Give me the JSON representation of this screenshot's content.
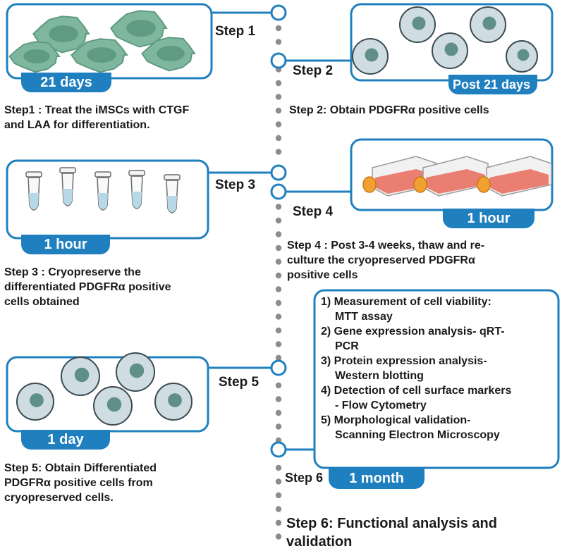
{
  "steps": {
    "s1": {
      "label": "Step 1",
      "duration": "21 days",
      "desc": [
        "Step1 : Treat the iMSCs with CTGF",
        "and LAA for differentiation."
      ]
    },
    "s2": {
      "label": "Step 2",
      "duration": "Post 21 days",
      "desc": [
        "Step 2: Obtain  PDGFRα positive cells"
      ]
    },
    "s3": {
      "label": "Step 3",
      "duration": "1 hour",
      "desc": [
        "Step 3 : Cryopreserve the",
        "differentiated  PDGFRα positive",
        "cells obtained"
      ]
    },
    "s4": {
      "label": "Step 4",
      "duration": "1 hour",
      "desc": [
        "Step 4 : Post 3-4 weeks, thaw and re-",
        "culture the cryopreserved  PDGFRα",
        "positive cells"
      ]
    },
    "s5": {
      "label": "Step 5",
      "duration": "1 day",
      "desc": [
        "Step 5: Obtain Differentiated",
        "PDGFRα positive cells from",
        "cryopreserved cells."
      ]
    },
    "s6": {
      "label": "Step 6",
      "duration": "1 month",
      "title": [
        "Step 6: Functional analysis and",
        "validation"
      ]
    }
  },
  "assays": [
    {
      "line1": "1) Measurement of cell viability:",
      "line2": "MTT assay"
    },
    {
      "line1": "2) Gene expression analysis- qRT-",
      "line2": "PCR"
    },
    {
      "line1": "3) Protein expression analysis-",
      "line2": "Western blotting"
    },
    {
      "line1": "4) Detection of cell surface markers",
      "line2": "- Flow Cytometry"
    },
    {
      "line1": "5) Morphological validation-",
      "line2": "Scanning Electron Microscopy"
    }
  ],
  "colors": {
    "accent": "#1f7fbf",
    "box_border": "#1f7fbf",
    "timeline_dot": "#8c8c8c",
    "cell_fill": "#cfdde3",
    "nucleus_fill": "#5f8f87",
    "green_cell": "#7fb79e",
    "flask_red": "#e86a5a",
    "cap_orange": "#f2a030"
  }
}
